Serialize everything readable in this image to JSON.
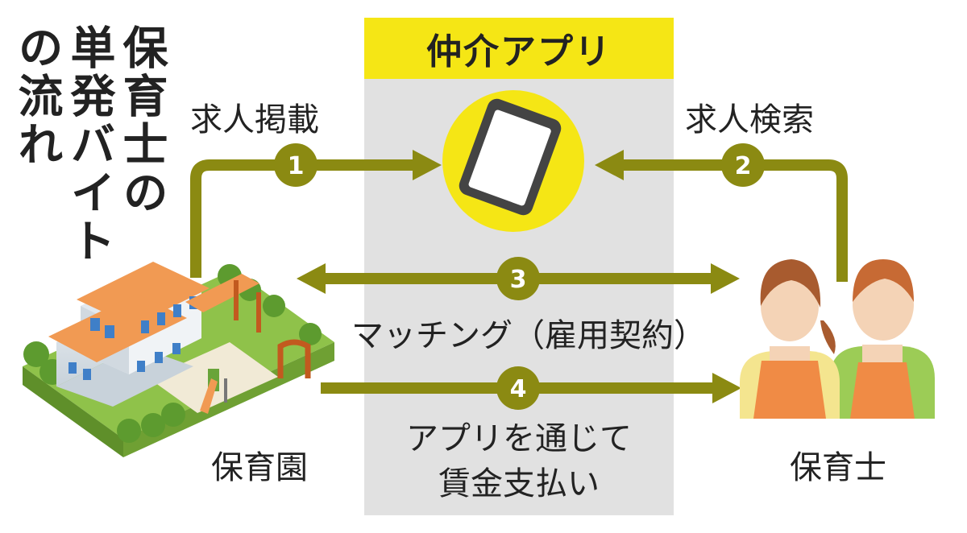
{
  "title": {
    "col1": "保育士の",
    "col2": "単発バイト",
    "col3": "の流れ"
  },
  "app_header": "仲介アプリ",
  "nodes": {
    "nursery": "保育園",
    "worker": "保育士"
  },
  "steps": [
    {
      "number": "1",
      "label": "求人掲載"
    },
    {
      "number": "2",
      "label": "求人検索"
    },
    {
      "number": "3",
      "label": "マッチング（雇用契約）"
    },
    {
      "number": "4",
      "line1": "アプリを通じて",
      "line2": "賃金支払い"
    }
  ],
  "colors": {
    "arrow": "#8b8a12",
    "app_header_bg": "#f5e615",
    "band_bg": "#e1e1e1",
    "phone_circle": "#f5e615"
  }
}
